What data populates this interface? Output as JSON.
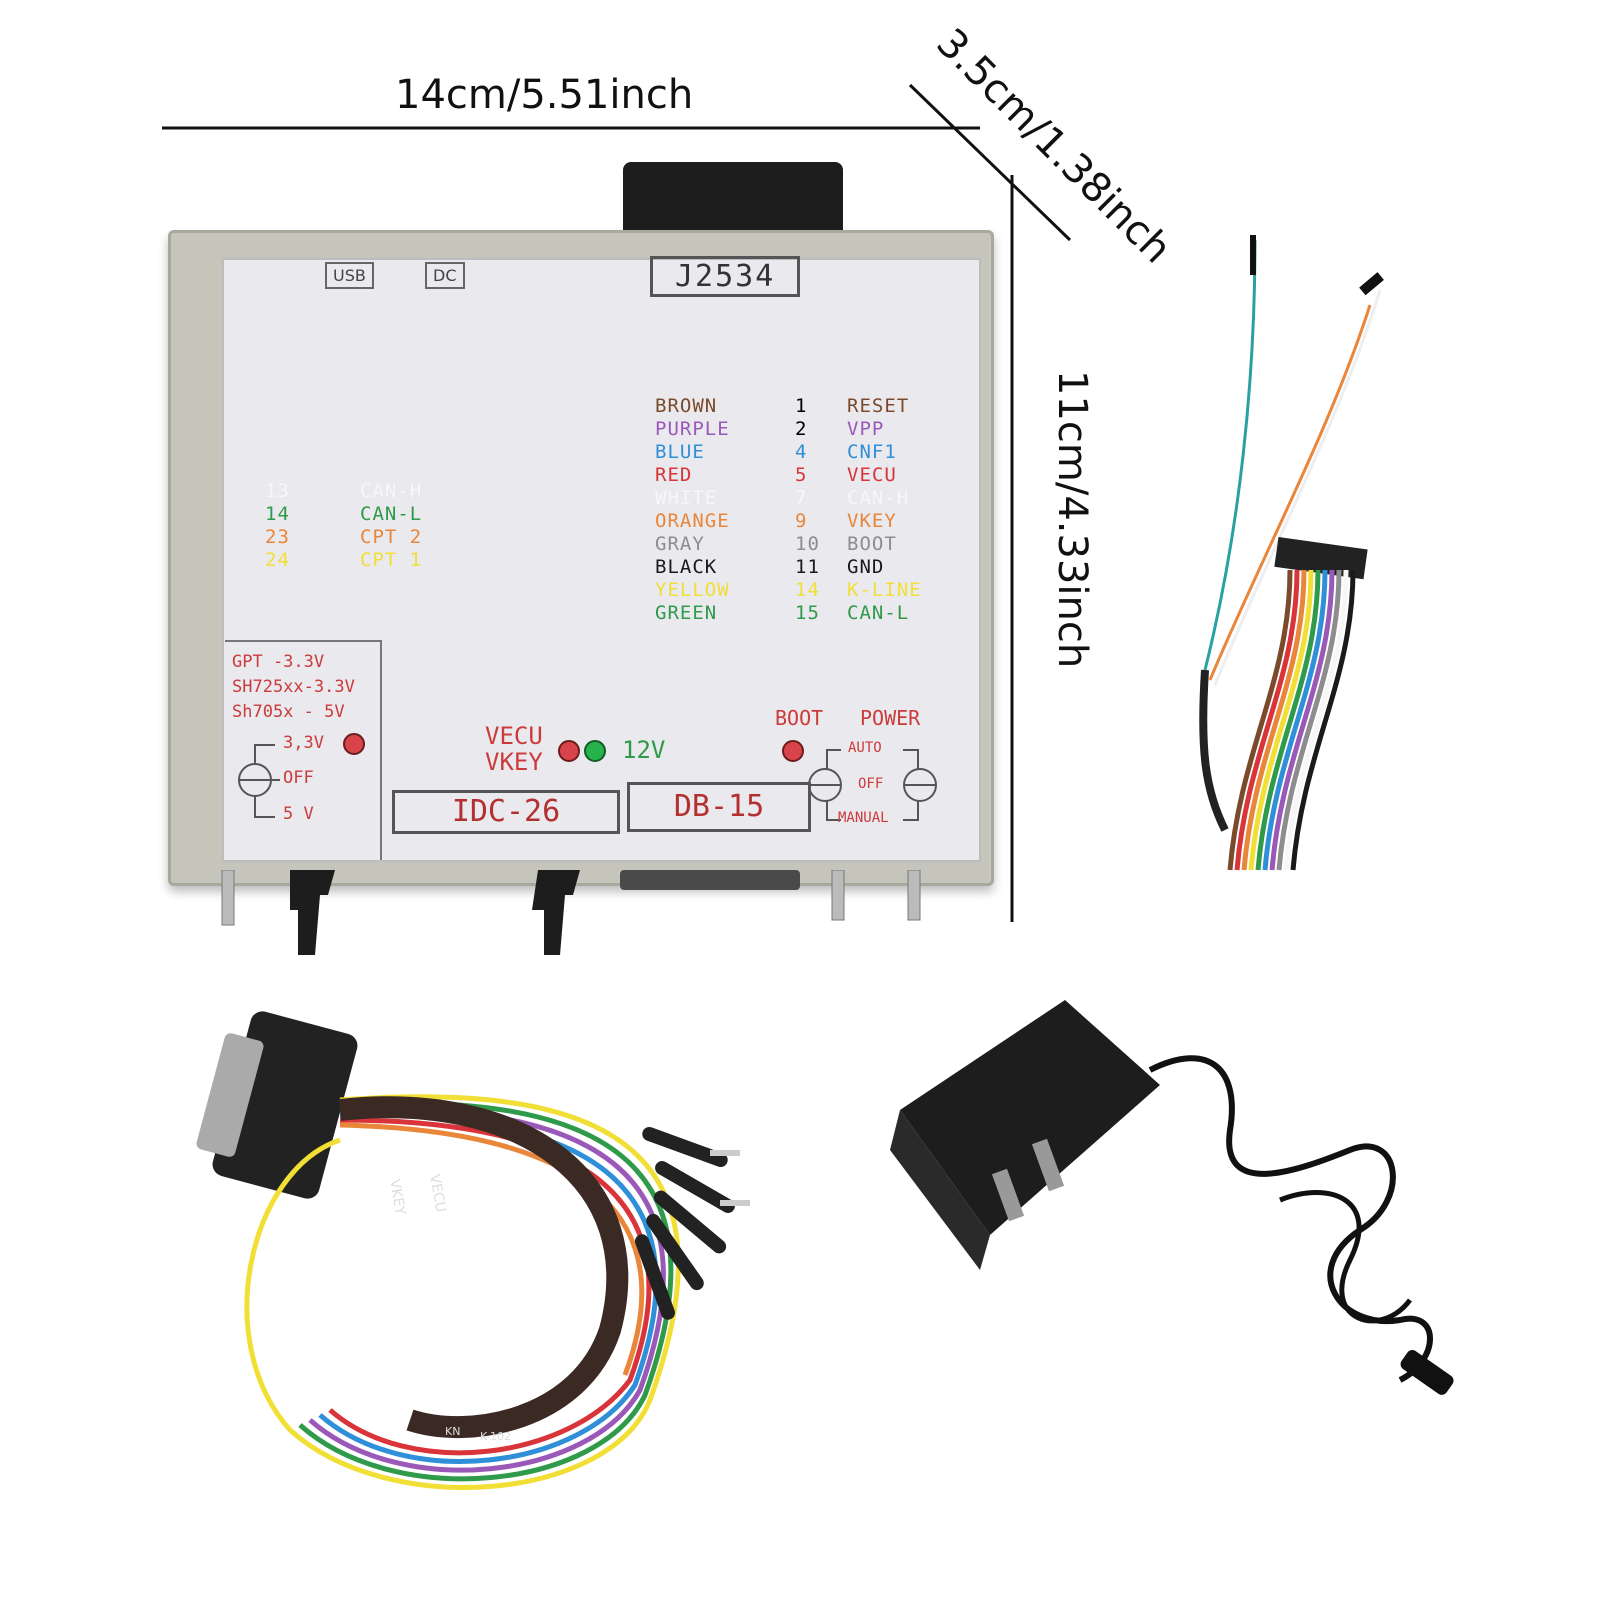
{
  "dimensions": {
    "width": "14cm/5.51inch",
    "depth": "3.5cm/1.38inch",
    "height": "11cm/4.33inch"
  },
  "device": {
    "usb": "USB",
    "dc": "DC",
    "title": "J2534",
    "pins": [
      {
        "color": "BROWN",
        "num": "1",
        "signal": "RESET",
        "hex": "#7a4a2a"
      },
      {
        "color": "PURPLE",
        "num": "2",
        "signal": "VPP",
        "hex": "#9a58b8"
      },
      {
        "color": "BLUE",
        "num": "4",
        "signal": "CNF1",
        "hex": "#2f8fd8"
      },
      {
        "color": "RED",
        "num": "5",
        "signal": "VECU",
        "hex": "#d8343a"
      },
      {
        "color": "WHITE",
        "num": "7",
        "signal": "CAN-H",
        "hex": "#f7f7f7"
      },
      {
        "color": "ORANGE",
        "num": "9",
        "signal": "VKEY",
        "hex": "#e9863a"
      },
      {
        "color": "GRAY",
        "num": "10",
        "signal": "BOOT",
        "hex": "#8d8d8d"
      },
      {
        "color": "BLACK",
        "num": "11",
        "signal": "GND",
        "hex": "#1a1a1a"
      },
      {
        "color": "YELLOW",
        "num": "14",
        "signal": "K-LINE",
        "hex": "#f2df36"
      },
      {
        "color": "GREEN",
        "num": "15",
        "signal": "CAN-L",
        "hex": "#2f9a4a"
      }
    ],
    "left_pins": [
      {
        "num": "13",
        "signal": "CAN-H",
        "hex": "#f7f7f7"
      },
      {
        "num": "14",
        "signal": "CAN-L",
        "hex": "#2f9a4a"
      },
      {
        "num": "23",
        "signal": "CPT 2",
        "hex": "#e9863a"
      },
      {
        "num": "24",
        "signal": "CPT 1",
        "hex": "#f2df36"
      }
    ],
    "voltage": {
      "gpt": "GPT     -3.3V",
      "sh725": "SH725xx-3.3V",
      "sh705": "Sh705x -  5V",
      "opt33": "3,3V",
      "off": "OFF",
      "opt5": "5 V"
    },
    "vecu": "VECU",
    "vkey": "VKEY",
    "v12": "12V",
    "boot": "BOOT",
    "power": "POWER",
    "auto": "AUTO",
    "off": "OFF",
    "manual": "MANUAL",
    "idc": "IDC-26",
    "db": "DB-15"
  },
  "harness_labels": {
    "a": "VECU",
    "b": "VKEY",
    "c": "KN",
    "d": "K-102"
  }
}
